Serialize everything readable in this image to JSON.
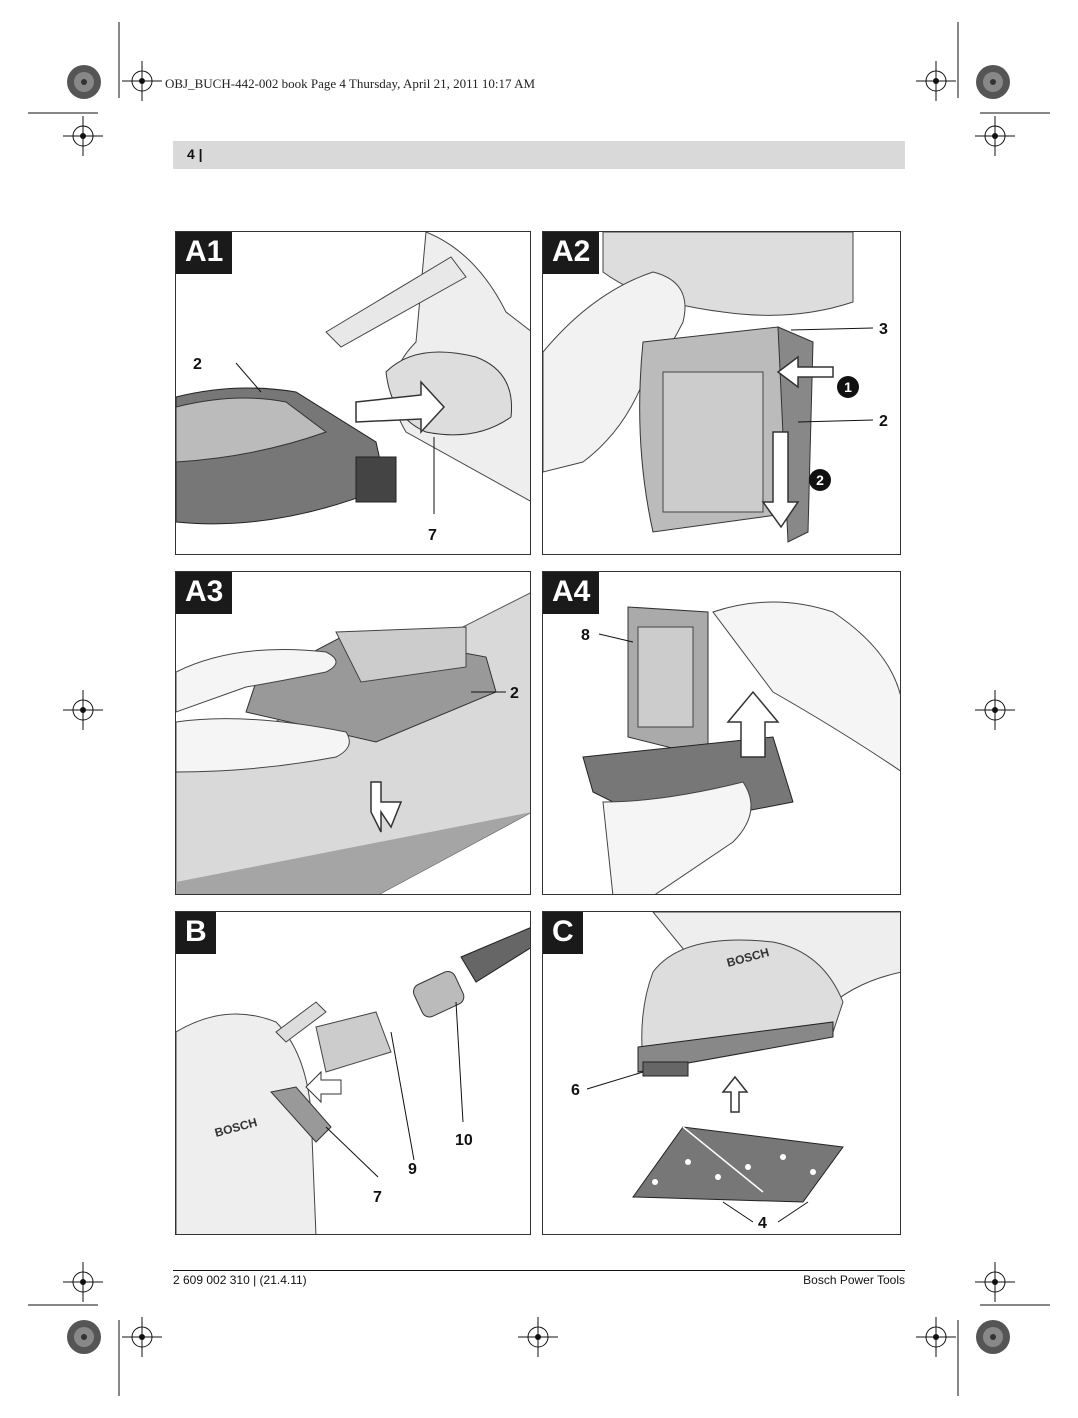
{
  "slug": "OBJ_BUCH-442-002 book  Page 4  Thursday, April 21, 2011  10:17 AM",
  "header": {
    "page_number": "4 |"
  },
  "panels": [
    {
      "tag": "A1",
      "callouts": [
        "2",
        "7"
      ]
    },
    {
      "tag": "A2",
      "callouts": [
        "3",
        "2"
      ],
      "steps": [
        "1",
        "2"
      ]
    },
    {
      "tag": "A3",
      "callouts": [
        "2"
      ]
    },
    {
      "tag": "A4",
      "callouts": [
        "8"
      ]
    },
    {
      "tag": "B",
      "callouts": [
        "9",
        "10",
        "7"
      ],
      "logo": "BOSCH"
    },
    {
      "tag": "C",
      "callouts": [
        "6",
        "4"
      ],
      "logo": "BOSCH"
    }
  ],
  "footer": {
    "left": "2 609 002 310 | (21.4.11)",
    "right": "Bosch Power Tools"
  }
}
